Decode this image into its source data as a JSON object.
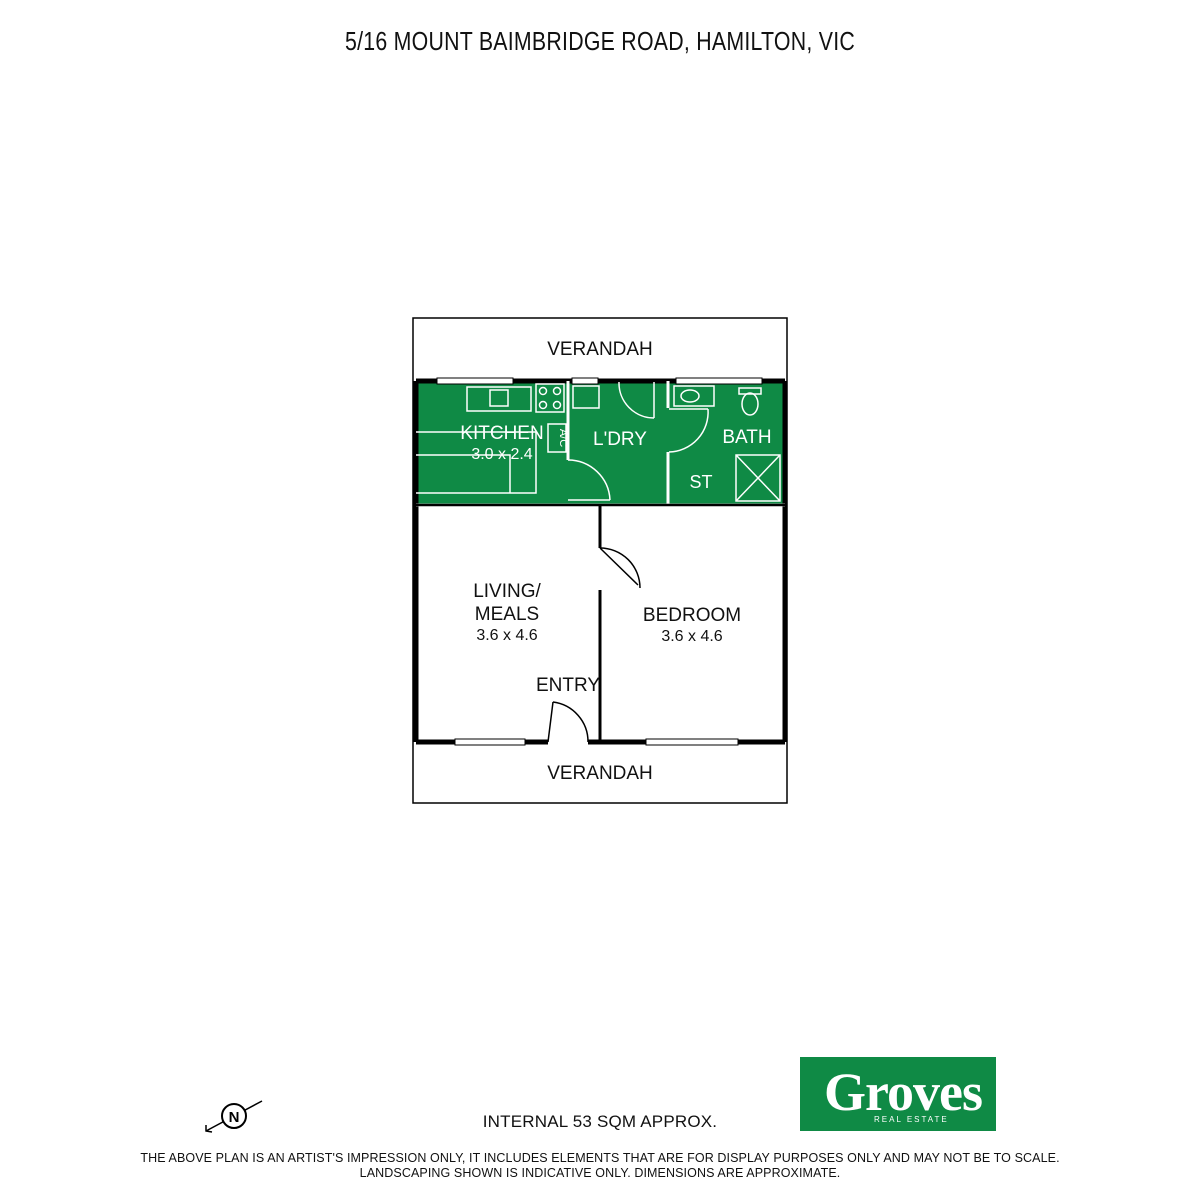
{
  "header": {
    "title": "5/16 MOUNT BAIMBRIDGE ROAD, HAMILTON, VIC"
  },
  "plan": {
    "verandah_top": "VERANDAH",
    "verandah_bottom": "VERANDAH",
    "rooms": {
      "kitchen": {
        "name": "KITCHEN",
        "size": "3.0 x 2.4"
      },
      "laundry": {
        "name": "L'DRY"
      },
      "bath": {
        "name": "BATH"
      },
      "storage": {
        "name": "ST"
      },
      "ac": {
        "name": "A/C"
      },
      "living": {
        "name_line1": "LIVING/",
        "name_line2": "MEALS",
        "size": "3.6 x 4.6"
      },
      "bedroom": {
        "name": "BEDROOM",
        "size": "3.6 x 4.6"
      },
      "entry": {
        "name": "ENTRY"
      }
    },
    "colors": {
      "wet_area": "#0f8a45",
      "wall": "#000000"
    }
  },
  "compass": {
    "label": "N",
    "icon": "north-arrow-icon"
  },
  "footer": {
    "area": "INTERNAL 53 SQM APPROX.",
    "disclaimer_line1": "THE ABOVE PLAN IS AN ARTIST'S IMPRESSION ONLY, IT INCLUDES ELEMENTS THAT ARE FOR DISPLAY PURPOSES ONLY AND MAY NOT BE TO SCALE.",
    "disclaimer_line2": "LANDSCAPING SHOWN IS INDICATIVE ONLY. DIMENSIONS ARE APPROXIMATE."
  },
  "logo": {
    "name": "Groves",
    "subtitle": "REAL ESTATE",
    "color": "#0f8a45"
  }
}
